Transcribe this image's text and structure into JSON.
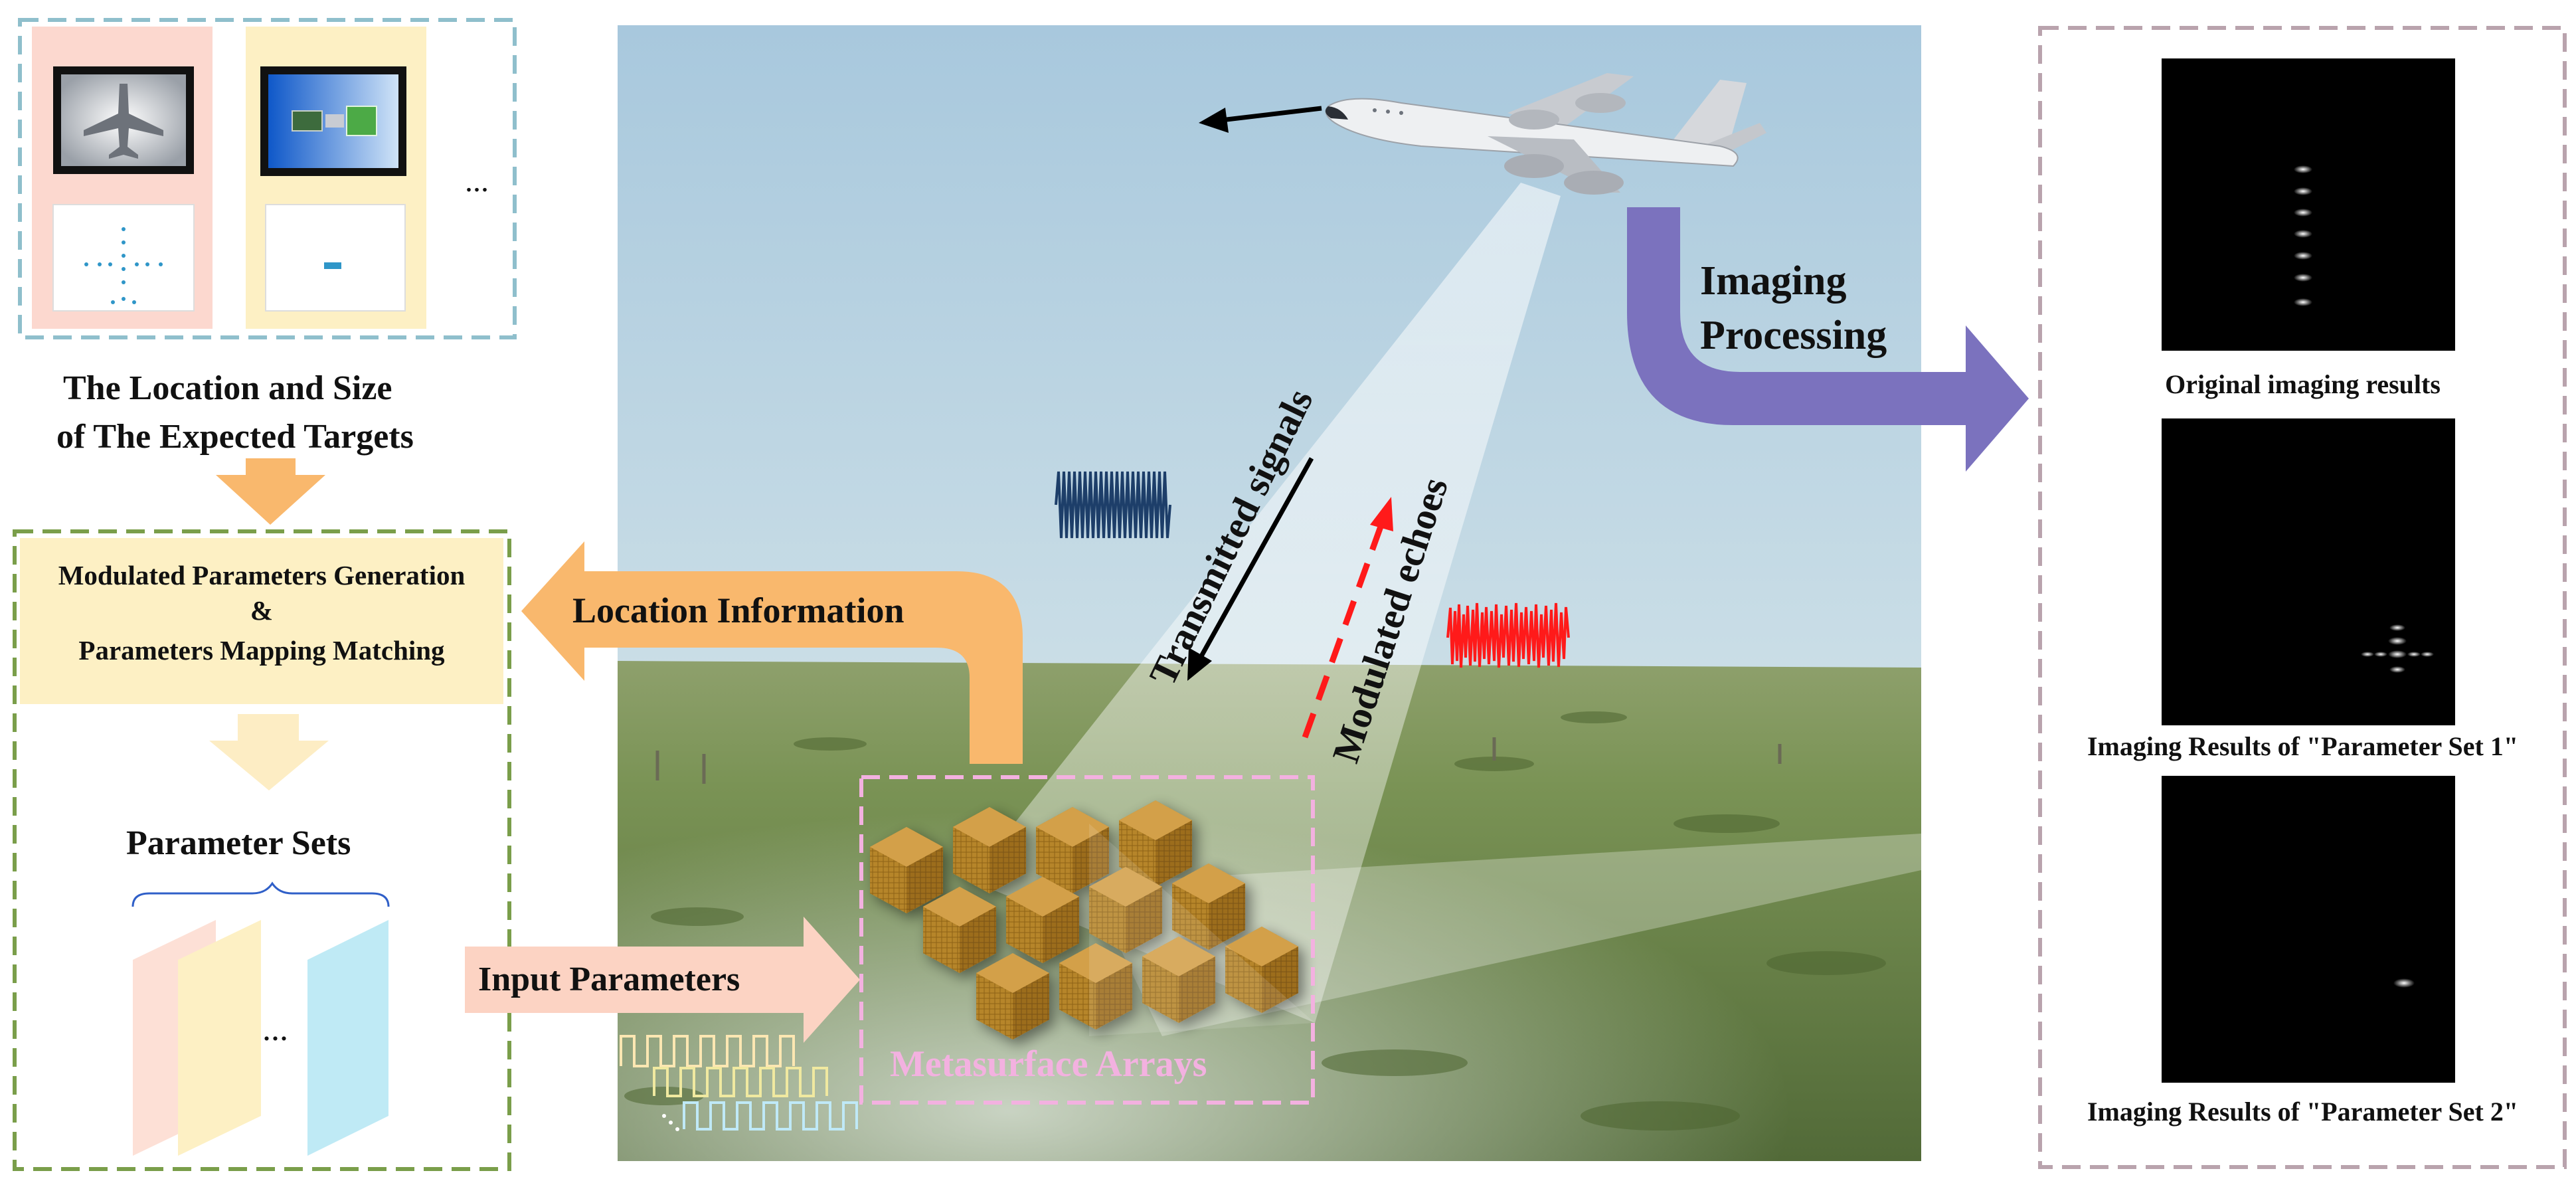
{
  "left": {
    "targets_title_line1": "The Location and Size",
    "targets_title_line2": "of  The Expected Targets",
    "ellipsis_targets": "...",
    "module_line1": "Modulated Parameters Generation",
    "module_line2": "&",
    "module_line3": "Parameters Mapping Matching",
    "parameter_sets": "Parameter Sets",
    "ellipsis_sets": "..."
  },
  "center": {
    "location_information": "Location Information",
    "input_parameters": "Input Parameters",
    "transmitted_signals": "Transmitted signals",
    "modulated_echoes": "Modulated echoes",
    "metasurface_arrays": "Metasurface Arrays",
    "imaging_processing_line1": "Imaging",
    "imaging_processing_line2": "Processing"
  },
  "right": {
    "result1": "Original imaging results",
    "result2": "Imaging Results of \"Parameter Set 1\"",
    "result3": "Imaging Results of \"Parameter Set 2\""
  },
  "colors": {
    "sky_top": "#b7d3e4",
    "field_green": "#6f8a4a",
    "orange_arrow": "#f9b86d",
    "purple_arrow": "#7b72be",
    "echo_red": "#ff1a1a",
    "signal_blue": "#1d3e69",
    "module_yellow": "#fdf0c4",
    "pink_dash": "#f3b1e0"
  }
}
